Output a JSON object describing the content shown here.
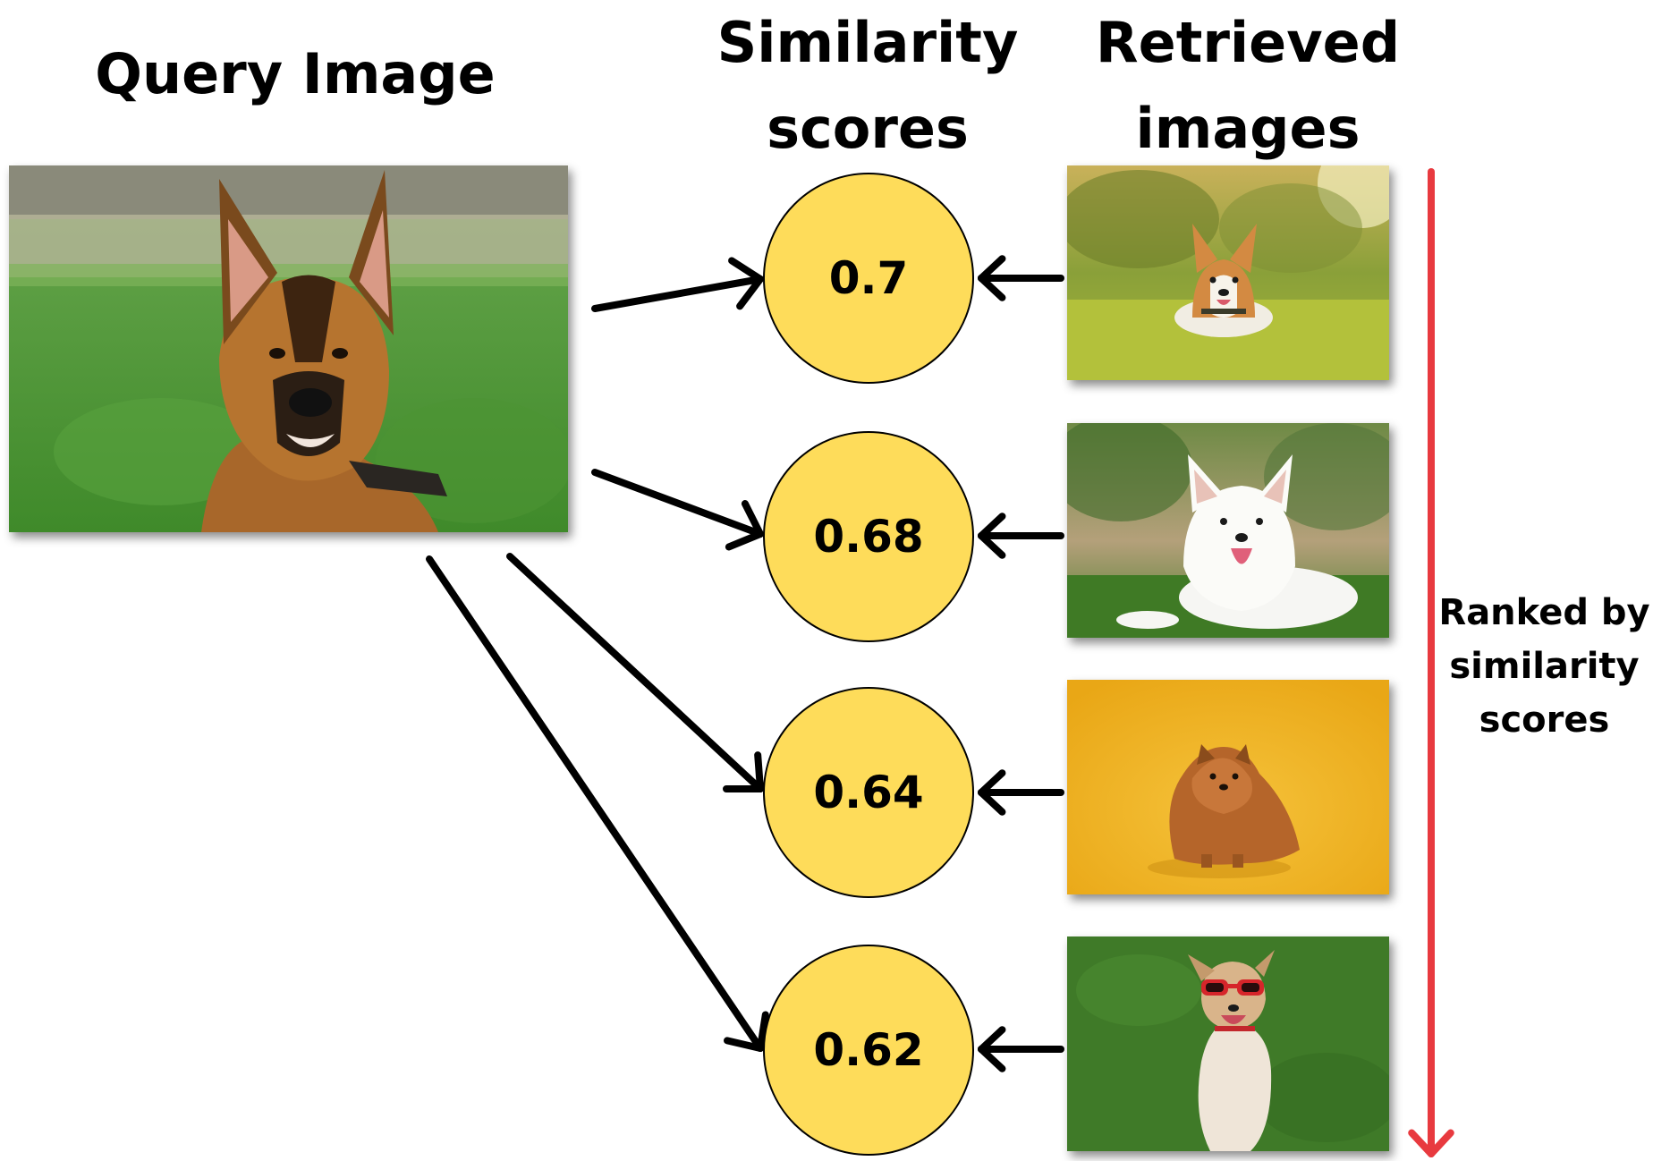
{
  "headers": {
    "query": [
      "Query Image"
    ],
    "similarity": [
      "Similarity",
      "scores"
    ],
    "retrieved": [
      "Retrieved",
      "images"
    ]
  },
  "scores": [
    "0.7",
    "0.68",
    "0.64",
    "0.62"
  ],
  "rank_label": [
    "Ranked by",
    "similarity",
    "scores"
  ],
  "colors": {
    "circle_fill": "#fedc5a",
    "rank_arrow": "#e83a3f",
    "connector": "#000000"
  },
  "images": {
    "query": "german-shepherd-dog-photo",
    "retrieved": [
      "corgi-photo",
      "white-spitz-photo",
      "pomeranian-photo",
      "dog-with-sunglasses-photo"
    ]
  }
}
